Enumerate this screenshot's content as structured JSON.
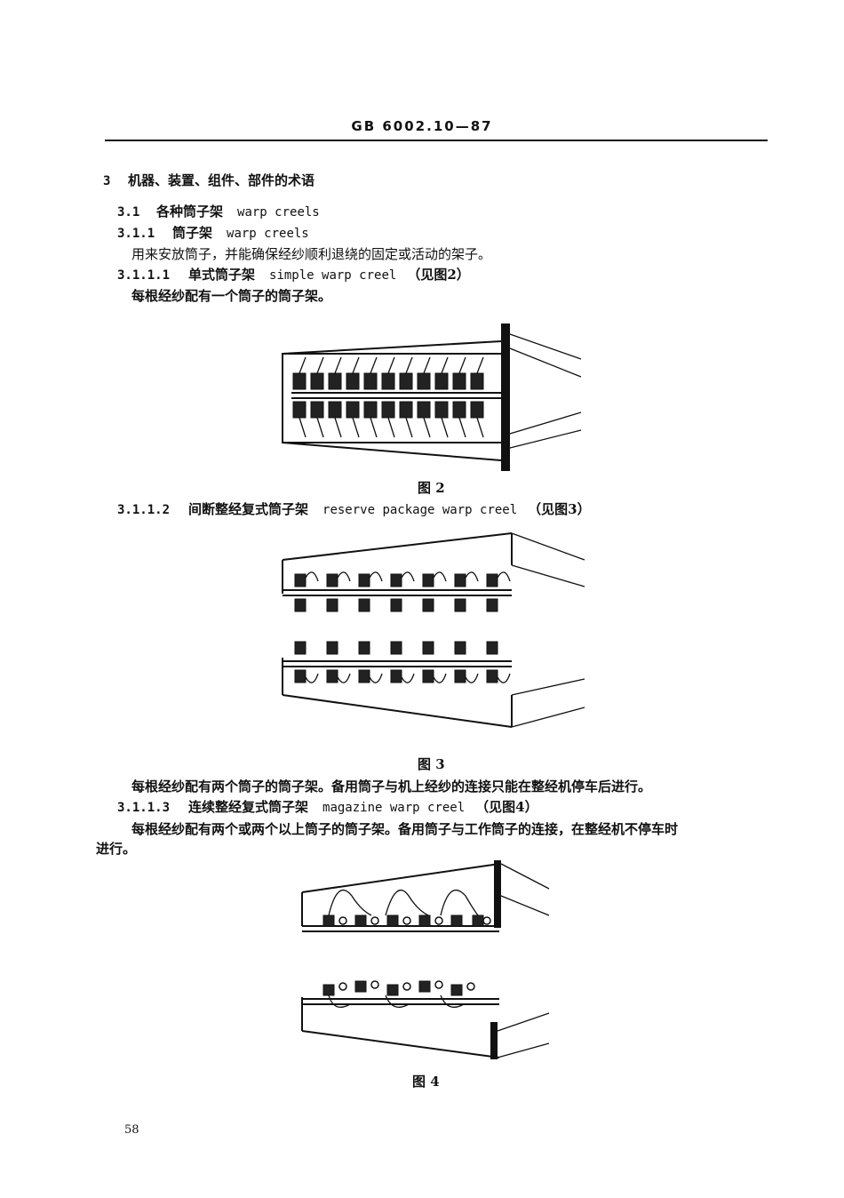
{
  "header": {
    "standard": "GB 6002.10—87"
  },
  "section3": {
    "num": "3",
    "title": "机器、装置、组件、部件的术语"
  },
  "s3_1": {
    "num": "3.1",
    "zh": "各种筒子架",
    "en": "warp creels"
  },
  "s3_1_1": {
    "num": "3.1.1",
    "zh": "筒子架",
    "en": "warp creels",
    "desc": "用来安放筒子，并能确保经纱顺利退绕的固定或活动的架子。"
  },
  "s3_1_1_1": {
    "num": "3.1.1.1",
    "zh": "单式筒子架",
    "en": "simple warp creel",
    "ref": "（见图2）",
    "desc": "每根经纱配有一个筒子的筒子架。"
  },
  "fig2": {
    "caption": "图 2"
  },
  "s3_1_1_2": {
    "num": "3.1.1.2",
    "zh": "间断整经复式筒子架",
    "en": "reserve package warp creel",
    "ref": "（见图3）"
  },
  "fig3": {
    "caption": "图 3",
    "desc": "每根经纱配有两个筒子的筒子架。备用筒子与机上经纱的连接只能在整经机停车后进行。"
  },
  "s3_1_1_3": {
    "num": "3.1.1.3",
    "zh": "连续整经复式筒子架",
    "en": "magazine warp creel",
    "ref": "（见图4）",
    "desc_line1": "每根经纱配有两个或两个以上筒子的筒子架。备用筒子与工作筒子的连接，在整经机不停车时",
    "desc_line2": "进行。"
  },
  "fig4": {
    "caption": "图 4"
  },
  "footer": {
    "page_number": "58"
  }
}
